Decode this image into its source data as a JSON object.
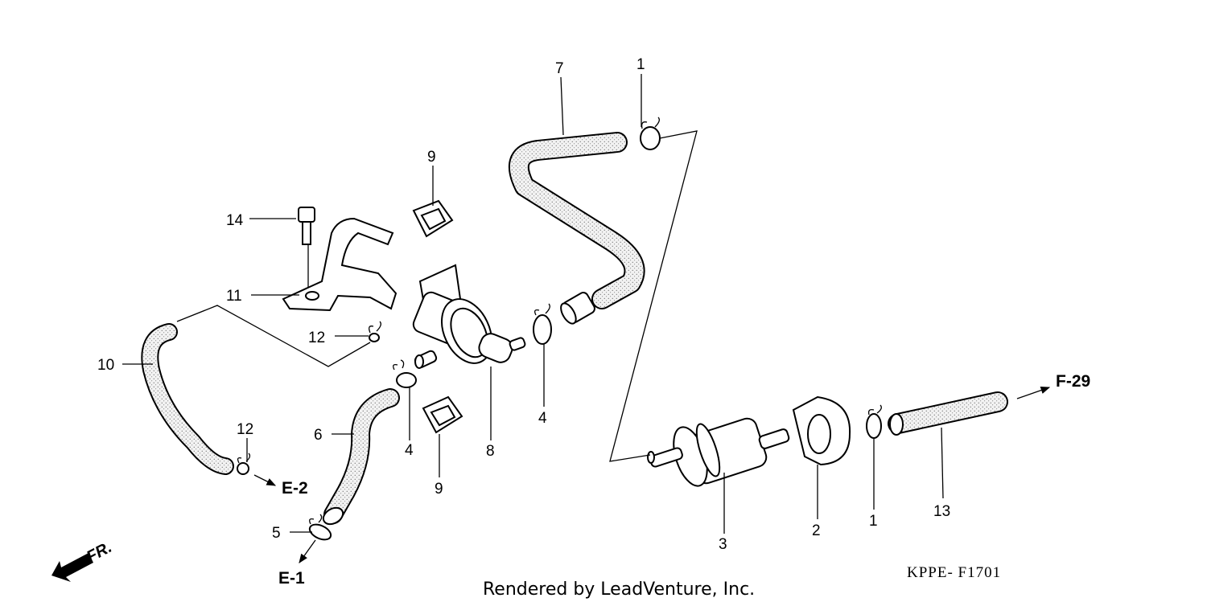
{
  "diagram": {
    "callouts": {
      "c1a": "1",
      "c1b": "1",
      "c2": "2",
      "c3": "3",
      "c4a": "4",
      "c4b": "4",
      "c5": "5",
      "c6": "6",
      "c7": "7",
      "c8": "8",
      "c9a": "9",
      "c9b": "9",
      "c10": "10",
      "c11": "11",
      "c12a": "12",
      "c12b": "12",
      "c13": "13",
      "c14": "14"
    },
    "references": {
      "f29": "F-29",
      "e2": "E-2",
      "e1": "E-1"
    },
    "direction_label": "FR.",
    "diagram_code": "KPPE- F1701",
    "credit": "Rendered by LeadVenture, Inc."
  },
  "colors": {
    "hose_fill": "#ececec",
    "line": "#000000",
    "background": "#ffffff"
  }
}
